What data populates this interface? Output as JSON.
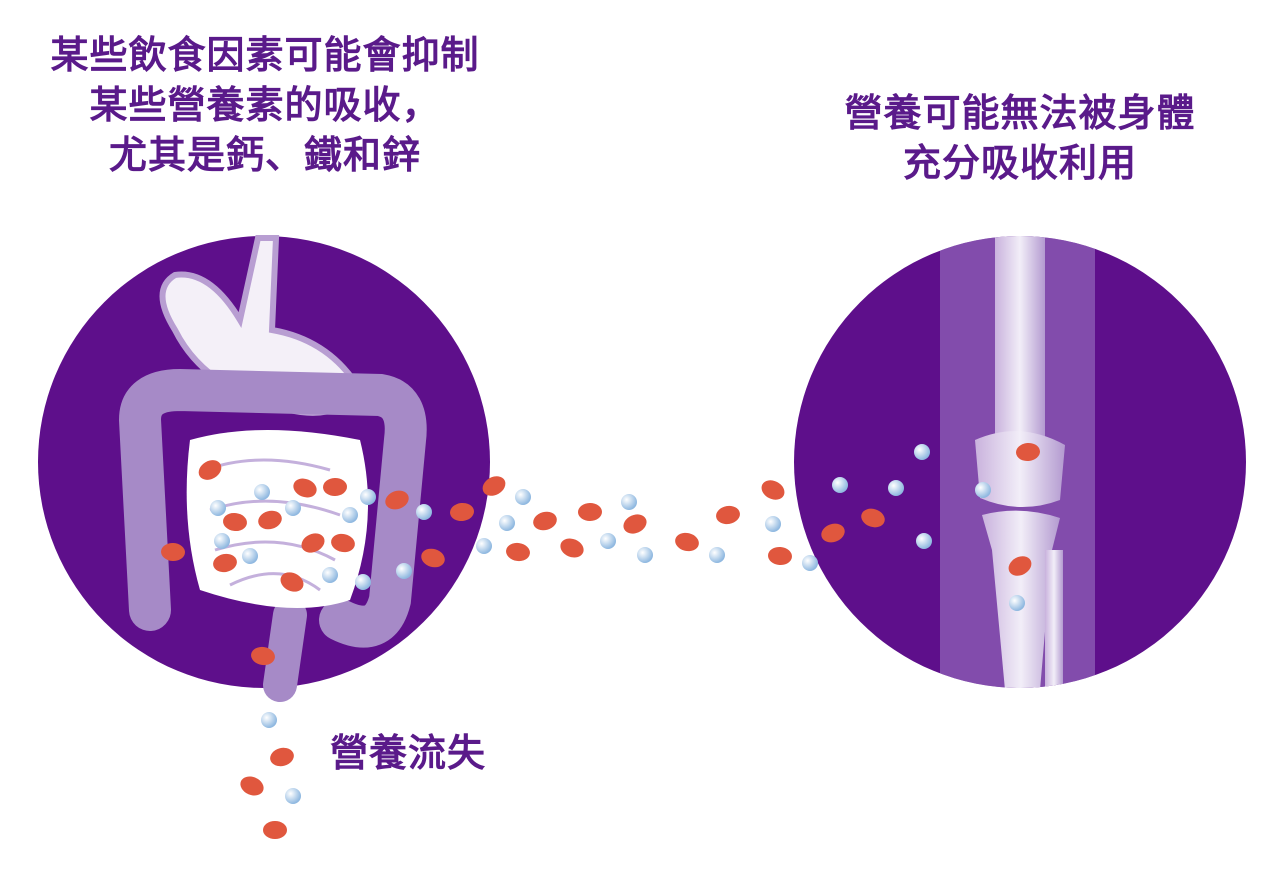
{
  "left_caption": {
    "line1": "某些飲食因素可能會抑制",
    "line2": "某些營養素的吸收，",
    "line3": "尤其是鈣、鐵和鋅"
  },
  "right_caption": {
    "line1": "營養可能無法被身體",
    "line2": "充分吸收利用"
  },
  "loss_label": "營養流失",
  "colors": {
    "text": "#5a1a8a",
    "circle": "#5e0f8b",
    "red_particle": "#e0573e",
    "blue_particle": "#a9cbe8"
  }
}
